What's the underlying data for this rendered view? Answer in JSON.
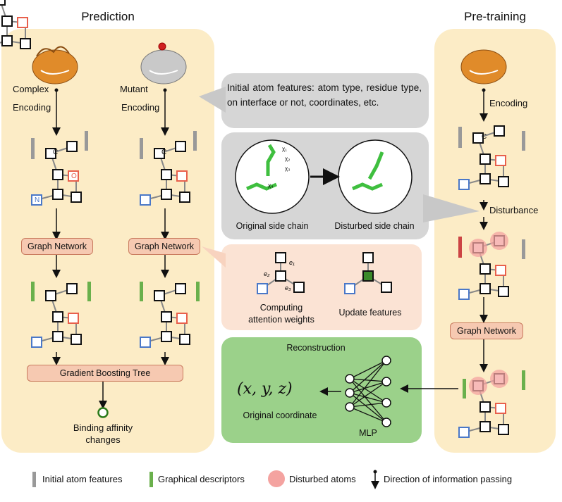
{
  "titles": {
    "prediction": "Prediction",
    "pretraining": "Pre-training"
  },
  "prediction": {
    "complex_label": "Complex",
    "mutant_label": "Mutant",
    "encoding_left": "Encoding",
    "encoding_right": "Encoding",
    "graph_network_left": "Graph Network",
    "graph_network_right": "Graph Network",
    "gbt": "Gradient Boosting Tree",
    "output_line1": "Binding affinity",
    "output_line2": "changes"
  },
  "pretraining": {
    "encoding": "Encoding",
    "disturbance": "Disturbance",
    "graph_network": "Graph Network"
  },
  "middle": {
    "features_text": "Initial atom features: atom type, residue type, on interface or not, coordinates, etc.",
    "original_side_chain": "Original side chain",
    "disturbed_side_chain": "Disturbed side chain",
    "computing_line1": "Computing",
    "computing_line2": "attention weights",
    "update_features": "Update features",
    "reconstruction": "Reconstruction",
    "xyz": "(x, y, z)",
    "original_coordinate": "Original coordinate",
    "mlp": "MLP",
    "chi_labels": [
      "χ₁",
      "χ₂",
      "χ₃",
      "χ₄"
    ],
    "edge_labels": [
      "e₁",
      "e₂",
      "e₃"
    ]
  },
  "graph_nodes": {
    "c": "C",
    "o": "O",
    "n": "N"
  },
  "legend": {
    "initial": "Initial atom features",
    "graphical": "Graphical descriptors",
    "disturbed": "Disturbed atoms",
    "direction": "Direction of information passing"
  },
  "colors": {
    "panel": "#fcecc6",
    "graph_network_box": "#f6c9b1",
    "gray_box": "#d6d6d6",
    "pink_box": "#fbe3d4",
    "green_box": "#9bd18a",
    "protein": "#e08b2a",
    "disturbed": "#f4a3a0",
    "oxygen": "#e8604c",
    "nitrogen": "#4a78c8",
    "descriptor": "#6ab04c"
  }
}
